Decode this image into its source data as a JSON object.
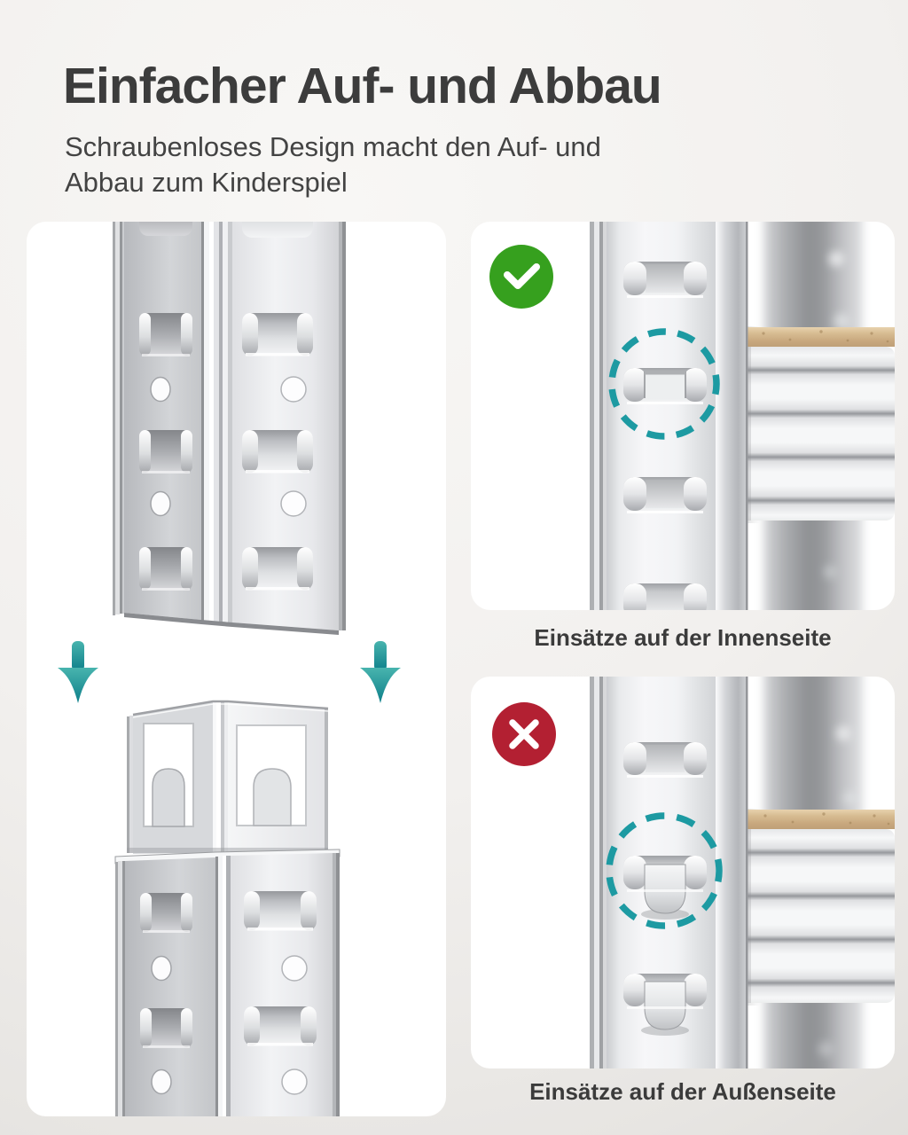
{
  "header": {
    "title": "Einfacher Auf- und Abbau",
    "subtitle_lines": [
      "Schraubenloses Design macht den Auf- und",
      "Abbau zum Kinderspiel"
    ]
  },
  "examples": {
    "correct": {
      "caption": "Einsätze auf der Innenseite",
      "icon": "check-icon"
    },
    "incorrect": {
      "caption": "Einsätze auf der Außenseite",
      "icon": "cross-icon"
    }
  },
  "illustration": {
    "icons": [
      "down-arrow-left-icon",
      "down-arrow-right-icon",
      "highlight-dashed-circle"
    ]
  },
  "colors": {
    "accent_teal": "#1d9aa2",
    "success_green": "#36a01e",
    "error_red": "#b32032",
    "title_text": "#3c3c3c",
    "subtitle_text": "#434343",
    "caption_text": "#3b3b3b",
    "panel_bg": "#ffffff"
  }
}
